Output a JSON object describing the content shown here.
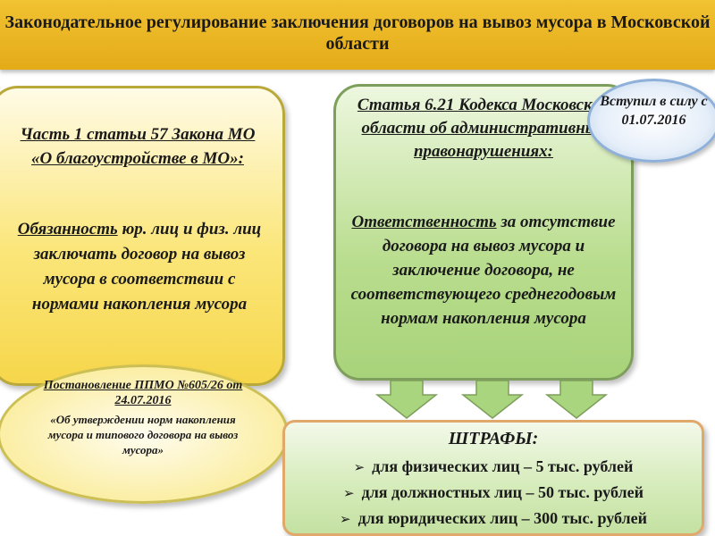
{
  "header": {
    "title": "Законодательное регулирование заключения договоров на вывоз мусора в Московской области"
  },
  "left_box": {
    "law_reference": "Часть 1 статьи 57 Закона МО «О благоустройстве в МО»:",
    "duty_keyword": "Обязанность",
    "duty_text": " юр. лиц и физ. лиц заключать договор на вывоз мусора в соответствии с нормами накопления мусора"
  },
  "left_ellipse": {
    "title": "Постановление ППМО №605/26 от 24.07.2016",
    "description": "«Об утверждении норм накопления мусора и типового договора на вывоз мусора»"
  },
  "right_box": {
    "article_reference": "Статья 6.21 Кодекса Московской области об административных правонарушениях:",
    "responsibility_keyword": "Ответственность",
    "responsibility_text": " за отсутствие договора на вывоз мусора и заключение договора, не соответствующего среднегодовым нормам накопления мусора"
  },
  "right_ellipse": {
    "text": "Вступил в силу с 01.07.2016"
  },
  "fines": {
    "title": "ШТРАФЫ:",
    "bullet_icon": "arrow-bullet-icon",
    "items": [
      "для физических лиц – 5 тыс. рублей",
      "для должностных лиц – 50 тыс. рублей",
      "для юридических лиц – 300 тыс. рублей"
    ]
  },
  "colors": {
    "header": "#eab827",
    "left_box": "#fbe67a",
    "right_box": "#b9dd8e",
    "fines_border": "#e0a86a",
    "arrows": "#a9d57f",
    "ellipse_right": "#e5eef9"
  }
}
